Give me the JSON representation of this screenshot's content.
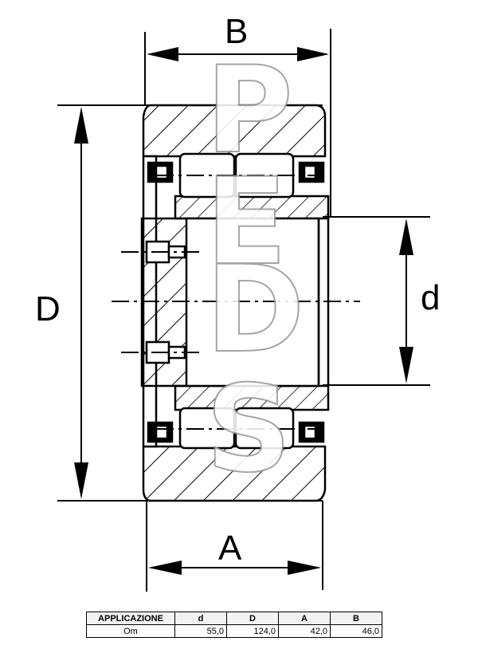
{
  "drawing": {
    "labels": {
      "B": "B",
      "D": "D",
      "d": "d",
      "A": "A"
    },
    "watermark": "PEDS"
  },
  "table": {
    "headers": [
      "APPLICAZIONE",
      "d",
      "D",
      "A",
      "B"
    ],
    "rows": [
      [
        "Om",
        "55,0",
        "124,0",
        "42,0",
        "46,0"
      ]
    ]
  }
}
